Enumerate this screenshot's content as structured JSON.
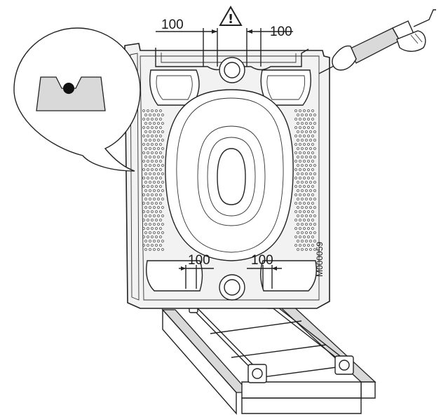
{
  "labels": {
    "top_left": "100",
    "top_right": "100",
    "bottom_left": "100",
    "bottom_right": "100",
    "warning_symbol": "!",
    "reference_code": "M000059"
  }
}
